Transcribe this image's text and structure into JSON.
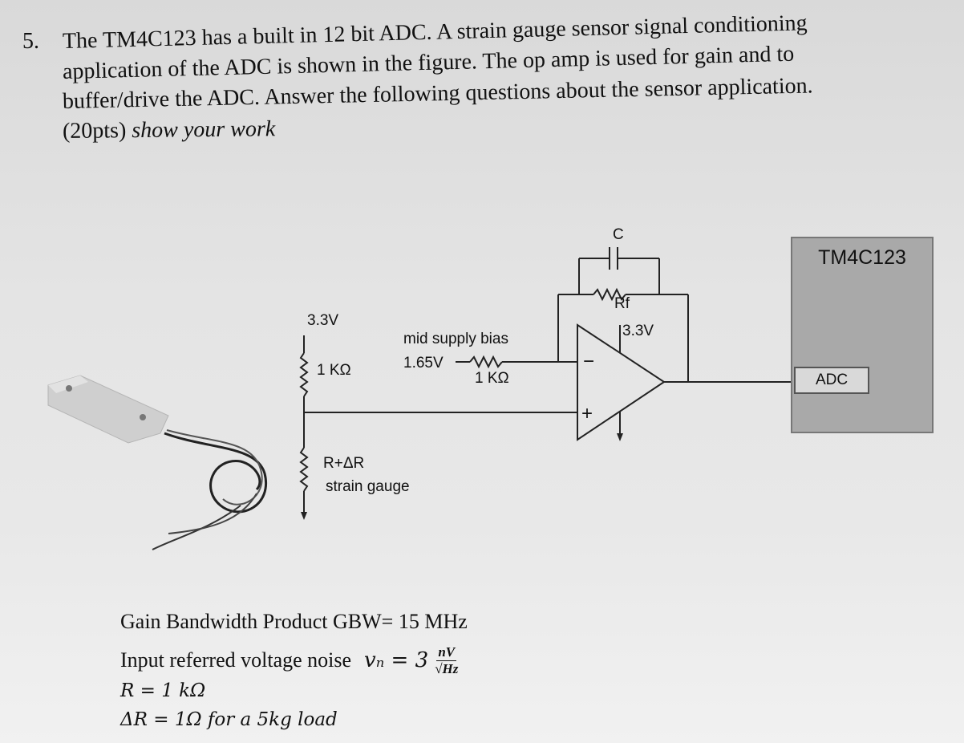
{
  "question": {
    "number": "5.",
    "line1": "The TM4C123 has a built in 12 bit ADC.  A strain gauge sensor signal conditioning",
    "line2": "application of the ADC is shown in the figure.  The op amp is used for gain and to",
    "line3": "buffer/drive the ADC.  Answer the following questions about the sensor application.",
    "points": "(20pts)",
    "instruction": "show your work"
  },
  "schematic": {
    "supply_label": "3.3V",
    "top_resistor": "1 KΩ",
    "bias_label": "mid supply bias",
    "bias_voltage": "1.65V",
    "bias_resistor": "1 KΩ",
    "gauge_label": "R+ΔR",
    "gauge_caption": "strain gauge",
    "cap_label": "C",
    "rf_label": "Rf",
    "opamp_supply": "3.3V",
    "minus": "−",
    "plus": "+",
    "mcu_name": "TM4C123",
    "adc_label": "ADC"
  },
  "params": {
    "gbw": "Gain Bandwidth Product  GBW= 15 MHz",
    "noise_label": "Input referred voltage noise",
    "noise_var": "vₙ = 3",
    "noise_num": "nV",
    "noise_den": "√Hz",
    "r_value": "R = 1 kΩ",
    "dr_value": "ΔR = 1Ω  for a 5kg load"
  }
}
